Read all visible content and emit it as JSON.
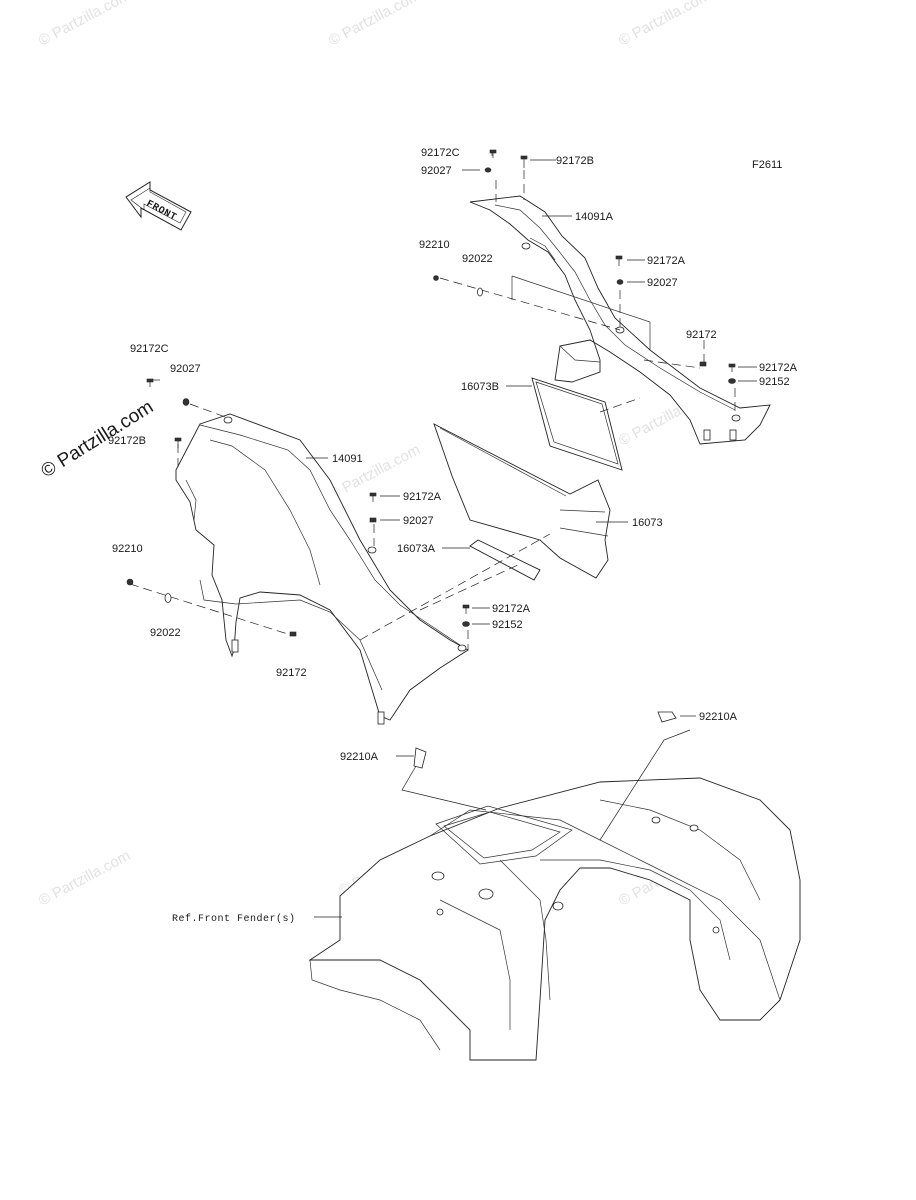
{
  "figure_code": "F2611",
  "watermark_text": "© Partzilla.com",
  "front_arrow_label": "FRONT",
  "reference_label": "Ref.Front Fender(s)",
  "labels": [
    "92172C",
    "92027",
    "92172B",
    "14091A",
    "92210",
    "92022",
    "92172A",
    "92027",
    "92172",
    "92172A",
    "92152",
    "16073B",
    "92172C",
    "92027",
    "92172B",
    "14091",
    "92172A",
    "92027",
    "16073",
    "16073A",
    "92210",
    "92022",
    "92172A",
    "92152",
    "92172",
    "92210A",
    "92210A"
  ]
}
